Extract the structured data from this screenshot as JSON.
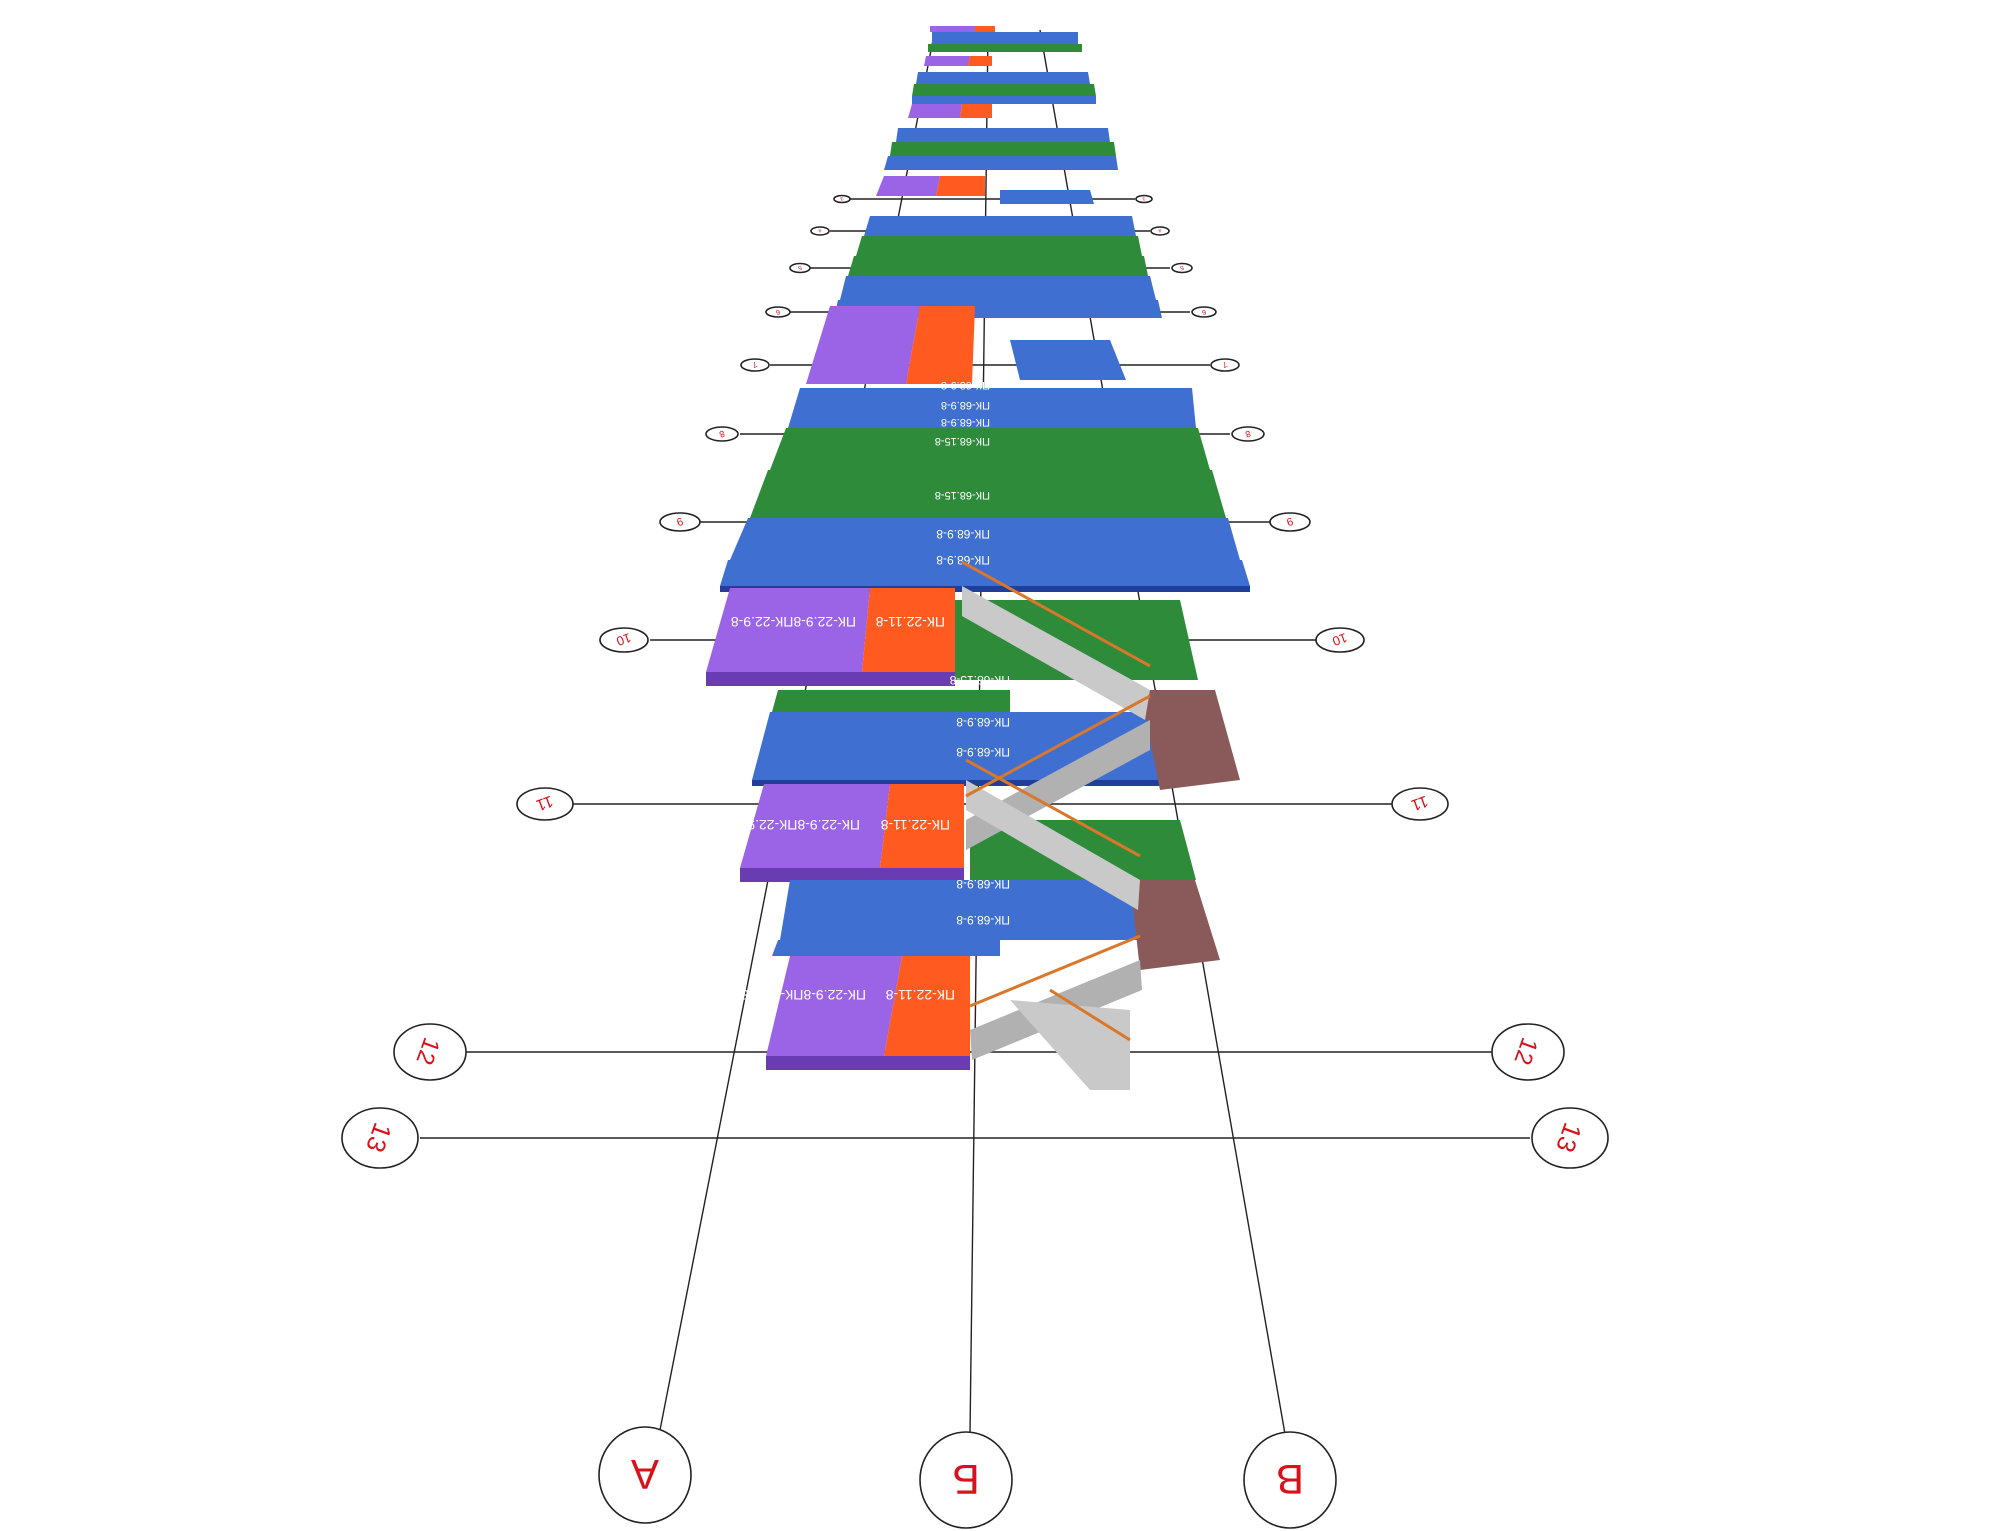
{
  "colors": {
    "blue": "#3f6fd1",
    "blue_edge": "#1f3f9a",
    "green": "#2e8b3a",
    "green_edge": "#1b5e24",
    "purple": "#9b63e6",
    "purple_edge": "#6a3cb4",
    "orange": "#ff5a1f",
    "orange_edge": "#c33a0c",
    "stair": "#c9c9c9",
    "landing": "#8a5a5a",
    "rail": "#d9772b",
    "axis_text": "#d8121b"
  },
  "row_axes": [
    "13",
    "12",
    "11",
    "10",
    "9",
    "8",
    "7",
    "6",
    "5",
    "4",
    "3"
  ],
  "column_axes": [
    "А",
    "Б",
    "В"
  ],
  "slab_labels": {
    "pk_68_9": "ПК-68.9-8",
    "pk_68_15": "ПК-68.15-8",
    "pk_22_11": "ПК-22.11-8",
    "pk_22_9_pair": "ПК-22.9-8ПК-22.9-8"
  },
  "icons": {
    "axis_marker": "circle-bubble-icon",
    "stair": "stair-flight-icon",
    "handrail": "handrail-icon"
  }
}
